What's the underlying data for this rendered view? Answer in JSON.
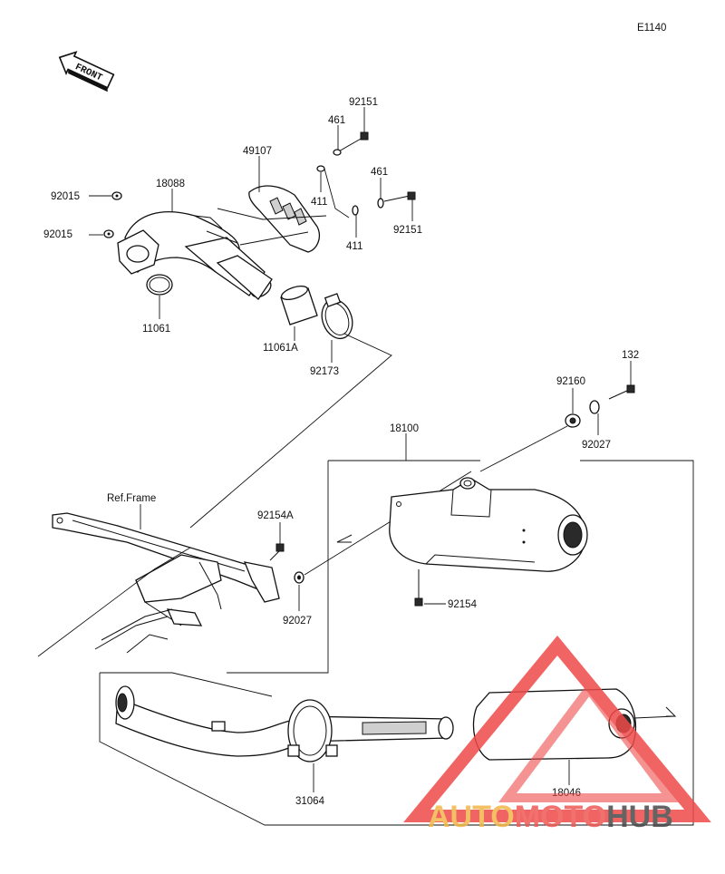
{
  "diagram_code": "E1140",
  "front_label": "FRONT",
  "ref_frame_label": "Ref.Frame",
  "parts": {
    "p92151_top": "92151",
    "p461_top": "461",
    "p49107": "49107",
    "p18088": "18088",
    "p92015_a": "92015",
    "p92015_b": "92015",
    "p411_top": "411",
    "p461_right": "461",
    "p411_bottom": "411",
    "p92151_right": "92151",
    "p11061": "11061",
    "p11061A": "11061A",
    "p92173": "92173",
    "p132": "132",
    "p92160": "92160",
    "p92027_top": "92027",
    "p18100": "18100",
    "p92154A": "92154A",
    "p92027_left": "92027",
    "p92154": "92154",
    "p31064": "31064",
    "p18046": "18046"
  },
  "watermark": {
    "text_part1": "AUTO",
    "text_part2": "MOTO",
    "text_part3": "HUB",
    "color1": "#f2b64a",
    "color2": "#ee5a55",
    "color3": "#4a4a4a",
    "triangle_color": "#ef4a4a"
  }
}
